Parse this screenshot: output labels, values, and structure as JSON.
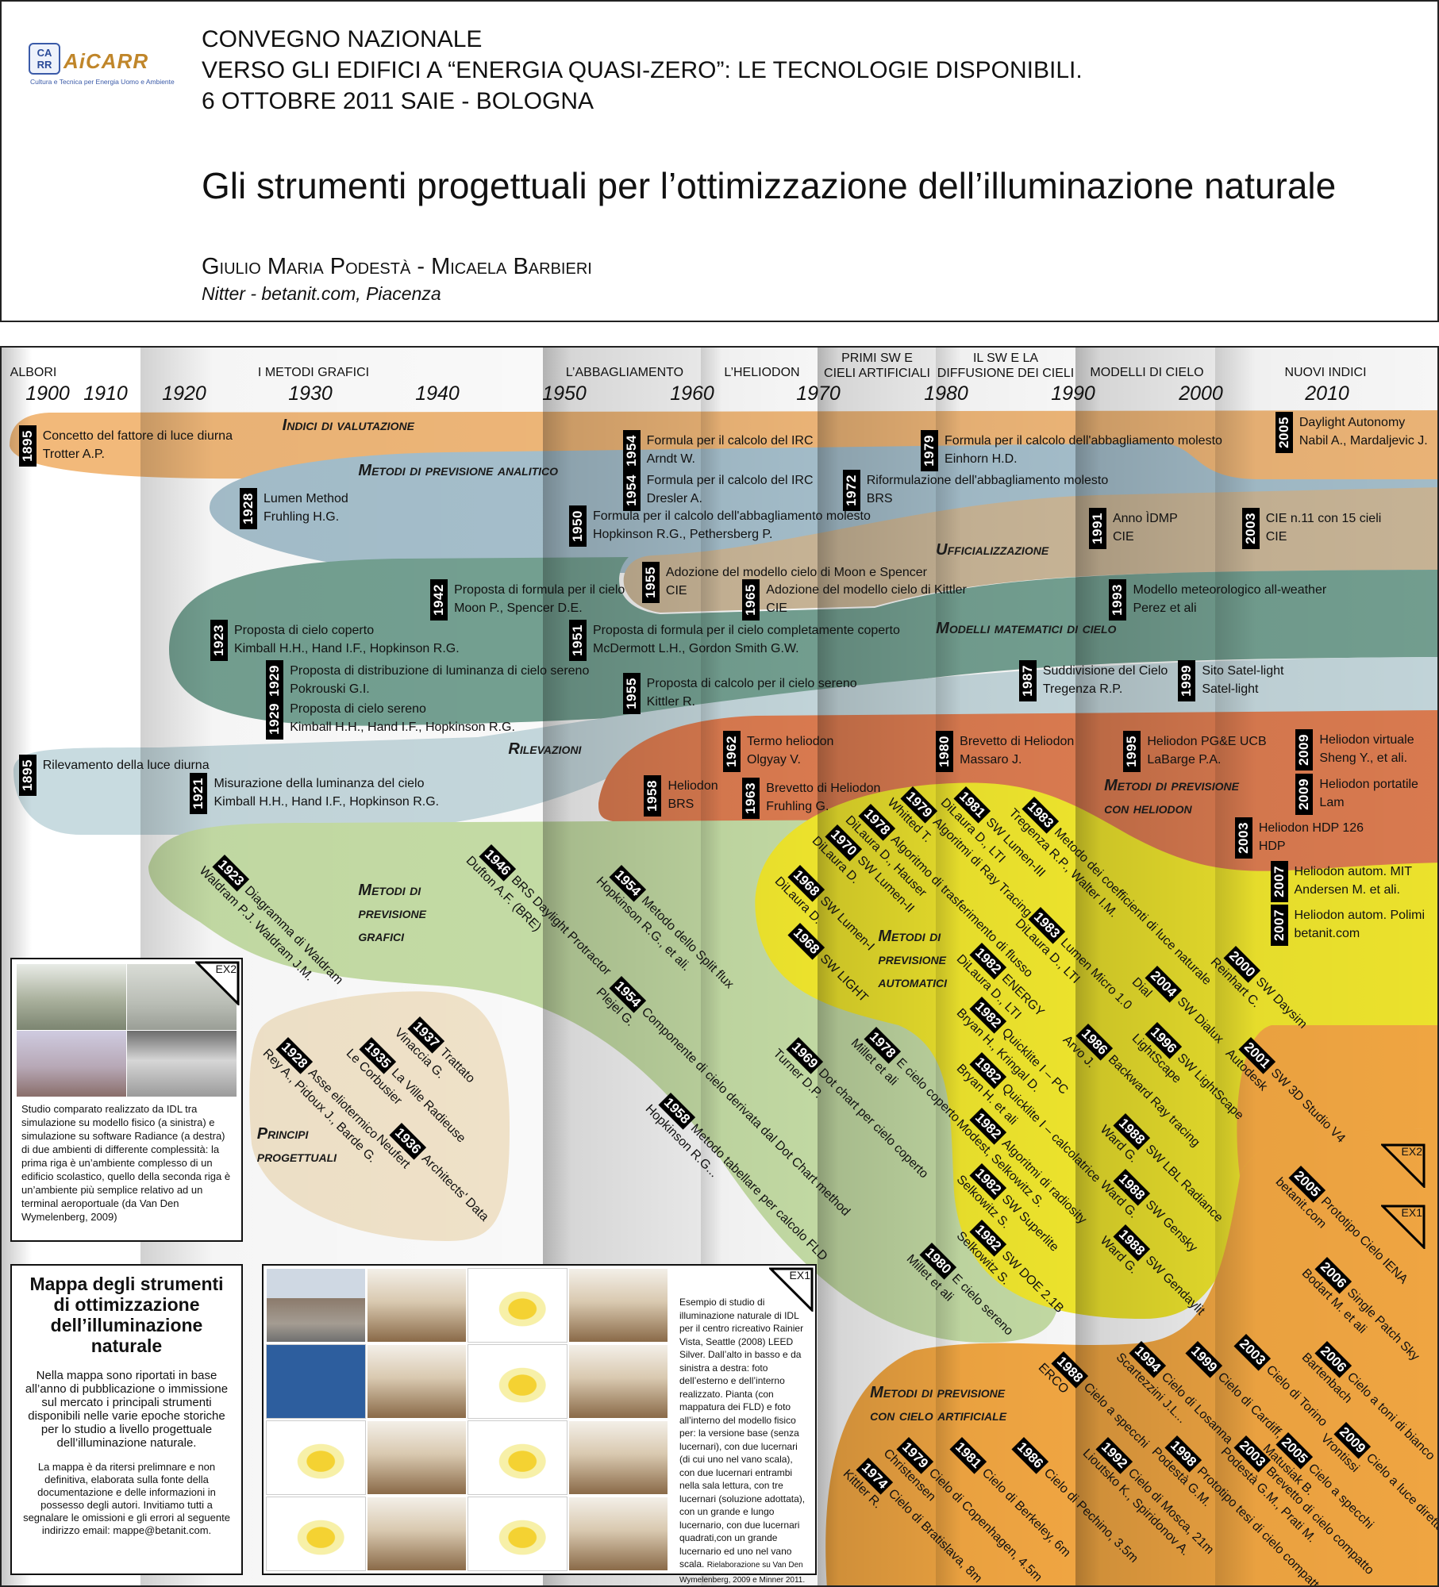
{
  "header": {
    "logo": {
      "mark": "CA RR",
      "name": "AiCARR",
      "tagline": "Cultura e Tecnica per Energia Uomo e Ambiente"
    },
    "conference_lines": [
      "CONVEGNO NAZIONALE",
      "VERSO GLI EDIFICI A “ENERGIA QUASI-ZERO”: LE TECNOLOGIE DISPONIBILI.",
      "6 OTTOBRE 2011 SAIE - BOLOGNA"
    ],
    "title": "Gli strumenti progettuali per l’ottimizzazione dell’illuminazione naturale",
    "authors": "Giulio Maria Podestà - Micaela Barbieri",
    "affiliation": "Nitter - betanit.com, Piacenza"
  },
  "eras": [
    "ALBORI",
    "I METODI GRAFICI",
    "L’ABBAGLIAMENTO",
    "L’HELIODON",
    "PRIMI SW E\nCIELI ARTIFICIALI",
    "IL SW E LA\nDIFFUSIONE DEI CIELI",
    "MODELLI DI CIELO",
    "NUOVI INDICI"
  ],
  "years": [
    "1900",
    "1910",
    "1920",
    "1930",
    "1940",
    "1950",
    "1960",
    "1970",
    "1980",
    "1990",
    "2000",
    "2010"
  ],
  "groups": [
    "Indici di valutazione",
    "Metodi di previsione analitico",
    "Ufficializzazione",
    "Modelli matematici di cielo",
    "Rilevazioni",
    "Metodi di previsione\ncon heliodon",
    "Metodi di\nprevisione\ngrafici",
    "Principi\nprogettuali",
    "Metodi di\nprevisione\nautomatici",
    "Metodi di previsione\ncon cielo artificiale"
  ],
  "entries": [
    {
      "year": "1895",
      "title": "Concetto del fattore di luce diurna",
      "author": "Trotter A.P."
    },
    {
      "year": "1954",
      "title": "Formula per il calcolo del IRC",
      "author": "Arndt W."
    },
    {
      "year": "1954",
      "title": "Formula per il calcolo del IRC",
      "author": "Dresler A."
    },
    {
      "year": "1979",
      "title": "Formula per il calcolo dell'abbagliamento molesto",
      "author": "Einhorn H.D."
    },
    {
      "year": "1972",
      "title": "Riformulazione dell'abbagliamento molesto",
      "author": "BRS"
    },
    {
      "year": "2005",
      "title": "Daylight Autonomy",
      "author": "Nabil A., Mardaljevic J."
    },
    {
      "year": "1928",
      "title": "Lumen Method",
      "author": "Fruhling H.G."
    },
    {
      "year": "1950",
      "title": "Formula per il calcolo dell'abbagliamento molesto",
      "author": "Hopkinson R.G., Pethersberg P."
    },
    {
      "year": "1991",
      "title": "Anno ÌDMP",
      "author": "CIE"
    },
    {
      "year": "2003",
      "title": "CIE n.11 con 15 cieli",
      "author": "CIE"
    },
    {
      "year": "1955",
      "title": "Adozione del modello cielo di Moon e Spencer",
      "author": "CIE"
    },
    {
      "year": "1942",
      "title": "Proposta di formula per il cielo",
      "author": "Moon P., Spencer D.E."
    },
    {
      "year": "1965",
      "title": "Adozione del modello cielo di Kittler",
      "author": "CIE"
    },
    {
      "year": "1993",
      "title": "Modello meteorologico all-weather",
      "author": "Perez et ali"
    },
    {
      "year": "1923",
      "title": "Proposta di cielo coperto",
      "author": "Kimball H.H., Hand I.F., Hopkinson R.G."
    },
    {
      "year": "1951",
      "title": "Proposta di formula per il cielo completamente coperto",
      "author": "McDermott L.H., Gordon Smith G.W."
    },
    {
      "year": "1929",
      "title": "Proposta di distribuzione di luminanza di cielo sereno",
      "author": "Pokrouski G.I."
    },
    {
      "year": "1955",
      "title": "Proposta di calcolo per il cielo sereno",
      "author": "Kittler R."
    },
    {
      "year": "1987",
      "title": "Suddivisione del Cielo",
      "author": "Tregenza R.P."
    },
    {
      "year": "1999",
      "title": "Sito Satel-light",
      "author": "Satel-light"
    },
    {
      "year": "1929",
      "title": "Proposta di cielo sereno",
      "author": "Kimball H.H., Hand I.F., Hopkinson R.G."
    },
    {
      "year": "1895",
      "title": "Rilevamento della luce diurna",
      "author": ""
    },
    {
      "year": "1921",
      "title": "Misurazione della luminanza del cielo",
      "author": "Kimball H.H., Hand I.F., Hopkinson R.G."
    },
    {
      "year": "1962",
      "title": "Termo heliodon",
      "author": "Olgyay V."
    },
    {
      "year": "1980",
      "title": "Brevetto di Heliodon",
      "author": "Massaro J."
    },
    {
      "year": "1995",
      "title": "Heliodon PG&E UCB",
      "author": "LaBarge P.A."
    },
    {
      "year": "2009",
      "title": "Heliodon virtuale",
      "author": "Sheng Y., et ali."
    },
    {
      "year": "1958",
      "title": "Heliodon",
      "author": "BRS"
    },
    {
      "year": "1963",
      "title": "Brevetto di Heliodon",
      "author": "Fruhling G."
    },
    {
      "year": "2009",
      "title": "Heliodon portatile",
      "author": "Lam"
    },
    {
      "year": "2003",
      "title": "Heliodon HDP 126",
      "author": "HDP"
    },
    {
      "year": "2007",
      "title": "Heliodon autom. MIT",
      "author": "Andersen M. et ali."
    },
    {
      "year": "2007",
      "title": "Heliodon autom. Polimi",
      "author": "betanit.com"
    }
  ],
  "diagonal_entries": [
    {
      "year": "1923",
      "title": "Diagramma di Waldram",
      "author": "Waldram P.J. Waldram J.M."
    },
    {
      "year": "1946",
      "title": "BRS Daylight Protractor",
      "author": "Dufton A.F. (BRE)"
    },
    {
      "year": "1954",
      "title": "Metodo dello Split flux",
      "author": "Hopkinson R.G., et ali."
    },
    {
      "year": "1954",
      "title": "Componente di cielo derivata dal Dot Chart method",
      "author": "Plejel G."
    },
    {
      "year": "1958",
      "title": "Metodo tabellare per calcolo FLD",
      "author": "Hopkinson R.G..."
    },
    {
      "year": "1969",
      "title": "Dot chart per cielo coperto",
      "author": "Turner D.P."
    },
    {
      "year": "1978",
      "title": "E cielo coperto",
      "author": "Millet et ali"
    },
    {
      "year": "1980",
      "title": "E cielo sereno",
      "author": "Millet et ali"
    },
    {
      "year": "1928",
      "title": "Asse eliotermico",
      "author": "Rey A., Pidoux J., Barde G."
    },
    {
      "year": "1935",
      "title": "La Ville Radieuse",
      "author": "Le Corbusier"
    },
    {
      "year": "1937",
      "title": "Trattato",
      "author": "Vinaccia G."
    },
    {
      "year": "1936",
      "title": "Architects' Data",
      "author": "Neufert"
    },
    {
      "year": "1968",
      "title": "SW Lumen-I",
      "author": "DiLaura D."
    },
    {
      "year": "1968",
      "title": "SW LIGHT",
      "author": ""
    },
    {
      "year": "1970",
      "title": "SW Lumen-II",
      "author": "DiLaura D."
    },
    {
      "year": "1978",
      "title": "Algoritmo di trasferimento di flusso",
      "author": "DiLaura D., Hauser"
    },
    {
      "year": "1979",
      "title": "Algoritmi di Ray Tracing",
      "author": "Whitted T."
    },
    {
      "year": "1981",
      "title": "SW Lumen-III",
      "author": "DiLaura D., LTI"
    },
    {
      "year": "1983",
      "title": "Metodo dei coefficienti di luce naturale",
      "author": "Tregenza R.P., Walter I.M."
    },
    {
      "year": "1983",
      "title": "Lumen Micro 1.0",
      "author": "DiLaura D., LTI"
    },
    {
      "year": "1982",
      "title": "ENERGY",
      "author": "DiLaura D., LTI"
    },
    {
      "year": "1982",
      "title": "Quicklite I – PC",
      "author": "Bryan H., Kringal D."
    },
    {
      "year": "1982",
      "title": "Quicklite I – calcolatrice",
      "author": "Bryan H. et ali"
    },
    {
      "year": "1982",
      "title": "Algoritmi di radiosity",
      "author": "Modest, Selkowitz S."
    },
    {
      "year": "1982",
      "title": "SW Superlite",
      "author": "Selkowitz S."
    },
    {
      "year": "1982",
      "title": "SW DOE 2.1B",
      "author": "Selkowitz S."
    },
    {
      "year": "1986",
      "title": "Backward Ray tracing",
      "author": "Arvo J."
    },
    {
      "year": "1988",
      "title": "SW LBL Radiance",
      "author": "Ward G."
    },
    {
      "year": "1988",
      "title": "SW Gensky",
      "author": "Ward G."
    },
    {
      "year": "1988",
      "title": "SW Gendaylit",
      "author": "Ward G."
    },
    {
      "year": "2004",
      "title": "SW Dialux",
      "author": "Dial"
    },
    {
      "year": "1996",
      "title": "SW LightScape",
      "author": "LightScape"
    },
    {
      "year": "2000",
      "title": "SW Daysim",
      "author": "Reinhart C."
    },
    {
      "year": "2001",
      "title": "SW 3D Studio V4",
      "author": "Autodesk"
    },
    {
      "year": "2005",
      "title": "Prototipo Cielo IENA",
      "author": "betanit.com"
    },
    {
      "year": "2006",
      "title": "Single Patch Sky",
      "author": "Bodart M. et ali"
    },
    {
      "year": "1988",
      "title": "Cielo a specchi",
      "author": "ERCO"
    },
    {
      "year": "1994",
      "title": "Cielo di Losanna",
      "author": "Scartezzini J.L..."
    },
    {
      "year": "1999",
      "title": "Cielo di Cardiff, 8m",
      "author": ""
    },
    {
      "year": "2003",
      "title": "Cielo di Torino",
      "author": ""
    },
    {
      "year": "2006",
      "title": "Cielo a toni di bianco",
      "author": "Bartenbach"
    },
    {
      "year": "1974",
      "title": "Cielo di Bratislava, 8m",
      "author": "Kittler R."
    },
    {
      "year": "1979",
      "title": "Cielo di Copenhagen, 4.5m",
      "author": "Christensen"
    },
    {
      "year": "1981",
      "title": "Cielo di Berkeley, 6m",
      "author": ""
    },
    {
      "year": "1986",
      "title": "Cielo di Pechino, 3.5m",
      "author": ""
    },
    {
      "year": "1992",
      "title": "Cielo di Mosca, 21m",
      "author": "Lioutsko K., Spiridonov A."
    },
    {
      "year": "1998",
      "title": "Prototipo tesi di cielo compatto",
      "author": "Podestà G.M."
    },
    {
      "year": "2003",
      "title": "Brevetto di cielo compatto",
      "author": "Podestà G.M., Prati M."
    },
    {
      "year": "2005",
      "title": "Cielo a specchi",
      "author": "Matusiak B."
    },
    {
      "year": "2009",
      "title": "Cielo a luce diretta",
      "author": "Vrontissi"
    }
  ],
  "markers": {
    "ex1": "EX1",
    "ex2": "EX2"
  },
  "ex2_box": {
    "caption": "Studio comparato realizzato da IDL tra simulazione su modello fisico (a sinistra) e simulazione su software Radiance (a destra) di due ambienti di differente complessità: la prima riga è un’ambiente complesso di un edificio scolastico, quello della seconda riga è un’ambiente più semplice relativo ad un terminal aeroportuale (da Van Den Wymelenberg, 2009)"
  },
  "map_box": {
    "title": "Mappa degli strumenti di ottimizzazione dell’illuminazione naturale",
    "para1": "Nella mappa sono riportati in base all’anno di pubblicazione o immissione sul mercato i principali strumenti disponibili  nelle varie epoche storiche per lo studio a livello progettuale dell’illuminazione naturale.",
    "para2": "La mappa è da ritersi prelimnare e non definitiva, elaborata sulla fonte della documentazione e delle informazioni in possesso degli autori. Invitiamo tutti a segnalare le omissioni e gli errori al seguente indirizzo email: mappe@betanit.com."
  },
  "ex1_box": {
    "caption": "Esempio di studio di illuminazione naturale di IDL per il centro ricreativo Rainier Vista, Seattle (2008) LEED Silver. Dall’alto in basso e da sinistra a destra: foto dell’esterno e dell’interno realizzato. Pianta (con mappatura dei FLD) e foto all’interno del modello fisico per: la versione base (senza lucernari), con due lucernari (di cui uno nel vano scala), con due lucernari entrambi nella sala lettura, con tre lucernari (soluzione adottata), con un grande e lungo lucernario, con due lucernari quadrati,con un grande lucernario ed uno nel vano scala.",
    "credit": "Rielaborazione su Van Den Wymelenberg, 2009 e Minner 2011."
  },
  "colors": {
    "indici": "#f2b97a",
    "analitico": "#a8c2cf",
    "ufficializzazione": "#cdb99a",
    "modelli": "#76a394",
    "rilevazioni": "#c8dbe0",
    "heliodon": "#e07e52",
    "grafici": "#c8e0a8",
    "principi": "#f5e7cd",
    "automatici": "#f4ea2e",
    "artificiale": "#f8ab44"
  }
}
